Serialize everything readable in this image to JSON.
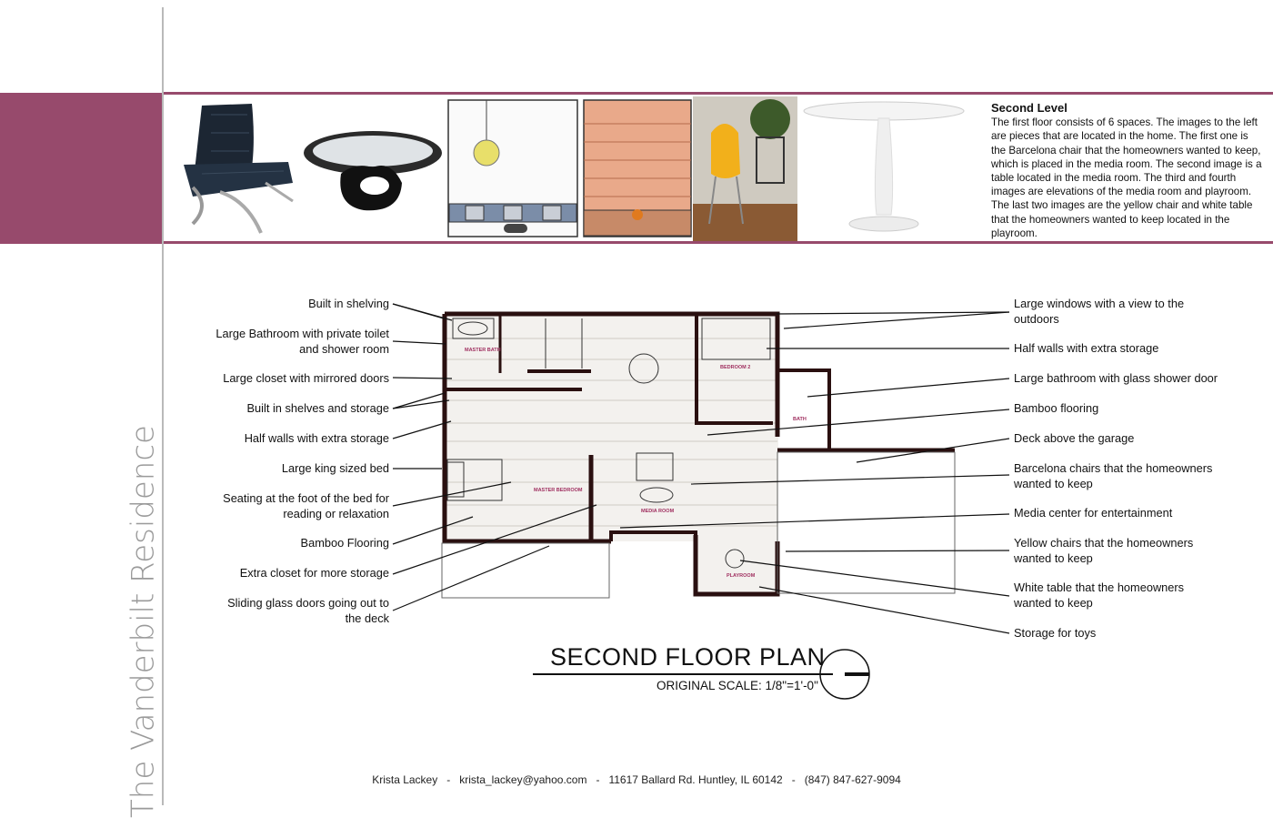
{
  "side_title": "The Vanderbilt Residence",
  "description": {
    "heading": "Second Level",
    "body": "The first floor consists of 6 spaces. The images to the left are pieces that are located in the home. The first one is the Barcelona chair that the homeowners wanted to keep, which is placed in the media room. The second image is a table located in the media room. The third and fourth images are elevations of the media room and playroom. The last two images are the yellow chair and white table that the homeowners wanted to keep located in the playroom."
  },
  "left_labels": [
    [
      "Built in shelving"
    ],
    [
      "Large Bathroom with private toilet",
      "and shower room"
    ],
    [
      "Large closet with mirrored doors"
    ],
    [
      "Built in shelves and storage"
    ],
    [
      "Half walls with extra storage"
    ],
    [
      "Large king sized bed"
    ],
    [
      "Seating at the foot of the bed for",
      "reading or relaxation"
    ],
    [
      "Bamboo Flooring"
    ],
    [
      "Extra closet for more storage"
    ],
    [
      "Sliding glass doors going out to",
      "the deck"
    ]
  ],
  "right_labels": [
    [
      "Large windows with a view to the",
      "outdoors"
    ],
    [
      "Half walls with extra storage"
    ],
    [
      "Large bathroom with glass shower door"
    ],
    [
      "Bamboo flooring"
    ],
    [
      "Deck above the garage"
    ],
    [
      "Barcelona chairs that the homeowners",
      "wanted to keep"
    ],
    [
      "Media center for entertainment"
    ],
    [
      "Yellow chairs that the homeowners",
      "wanted to keep"
    ],
    [
      "White table that the homeowners",
      "wanted to keep"
    ],
    [
      "Storage for toys"
    ]
  ],
  "room_labels": {
    "master_bath": "MASTER BATH",
    "bedroom2": "BEDROOM 2",
    "bath": "BATH",
    "master_bedroom": "MASTER BEDROOM",
    "media_room": "MEDIA ROOM",
    "playroom": "PLAYROOM"
  },
  "plan": {
    "title": "SECOND FLOOR PLAN",
    "scale": "ORIGINAL SCALE: 1/8\"=1'-0\""
  },
  "footer": {
    "name": "Krista Lackey",
    "email": "krista_lackey@yahoo.com",
    "address": "11617 Ballard Rd. Huntley, IL 60142",
    "phone": "(847) 847-627-9094"
  },
  "colors": {
    "accent": "#974a6c",
    "room_label": "#a03060",
    "wall": "#2a1010"
  }
}
